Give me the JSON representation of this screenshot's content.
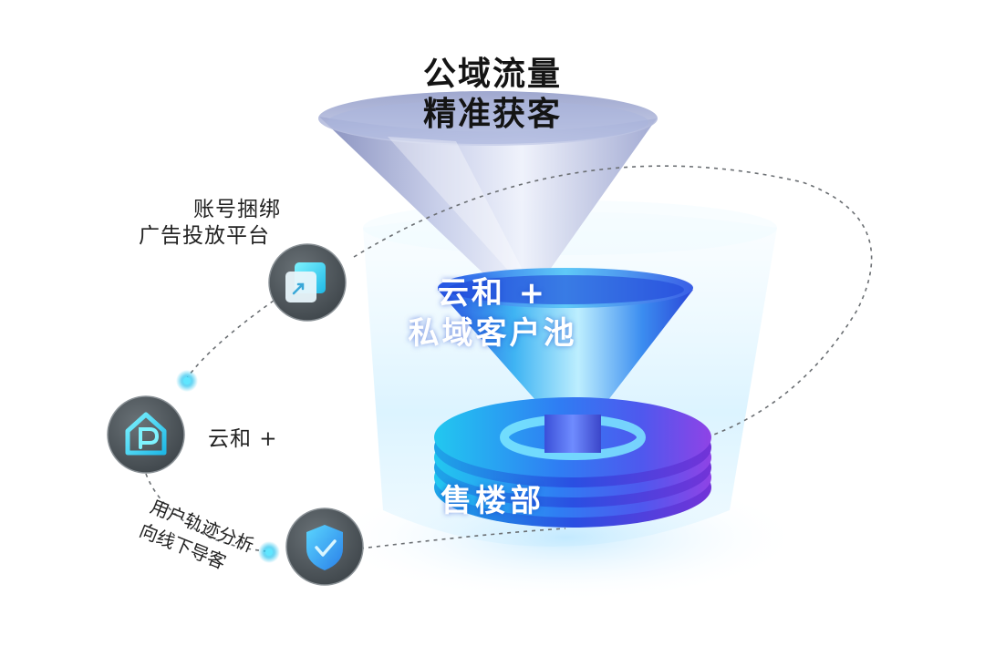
{
  "top_funnel": {
    "line1": "公域流量",
    "line2": "精准获客"
  },
  "mid_funnel": {
    "line1": "云和 +",
    "line2": "私域客户池"
  },
  "base": {
    "label": "售楼部"
  },
  "steps": [
    {
      "line1": "账号捆绑",
      "line2": "广告投放平台",
      "icon": "share-square-icon"
    },
    {
      "line1": "云和 +",
      "icon": "house-p-icon"
    },
    {
      "line1": "用户轨迹分析",
      "line2": "向线下导客",
      "icon": "shield-check-icon"
    }
  ],
  "colors": {
    "funnel_top": "#a9b3d9",
    "funnel_mid": "#2f6cf2",
    "cyan_accent": "#26c6ea",
    "base_blue": "#3a63f0",
    "base_violet": "#8a46e8",
    "icon_circle": "#525a60"
  }
}
